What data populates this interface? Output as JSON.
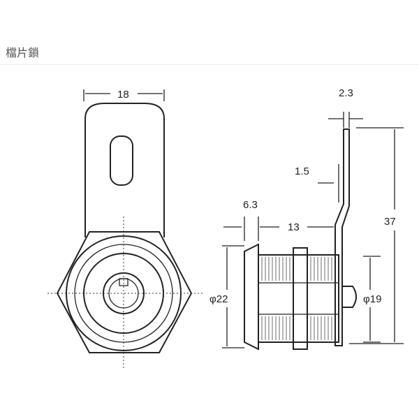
{
  "title": "檔片鎖",
  "dimensions": {
    "width_tongue": "18",
    "cam_thickness": "2.3",
    "offset": "1.5",
    "flange": "6.3",
    "body_length": "13",
    "length": "37",
    "flange_dia": "φ22",
    "thread_dia": "φ19"
  }
}
